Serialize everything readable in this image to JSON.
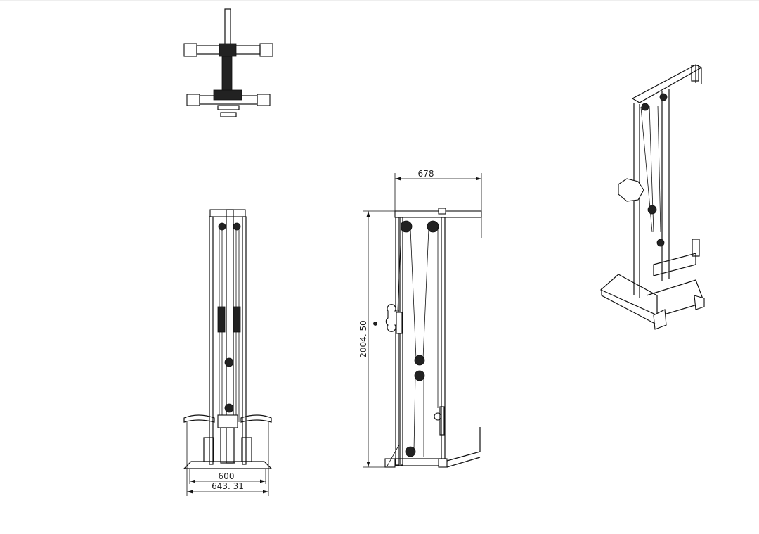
{
  "drawing": {
    "views": [
      "top-view",
      "front-view",
      "side-view",
      "isometric-view"
    ],
    "dimensions": {
      "side_depth": "678",
      "side_height": "2004. 50",
      "front_inner_width": "600",
      "front_outer_width": "643. 31"
    }
  }
}
